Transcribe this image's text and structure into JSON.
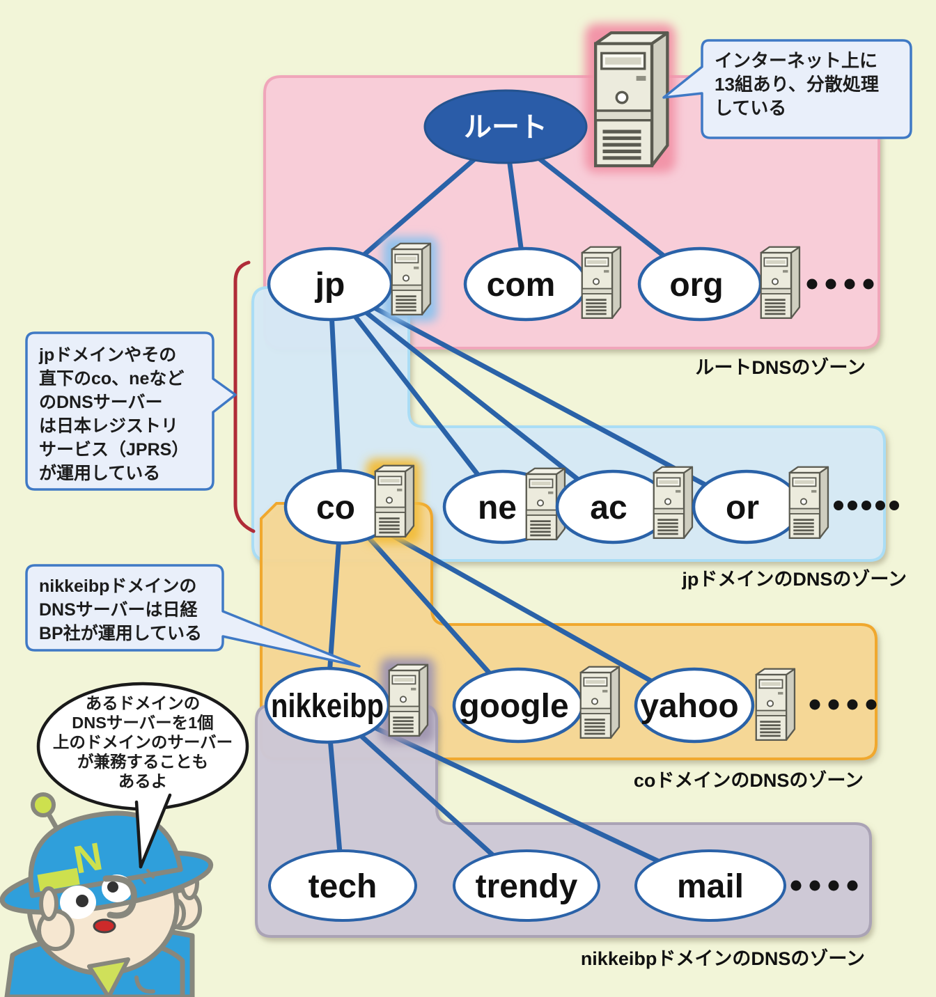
{
  "zones": {
    "root": {
      "label": "ルートDNSのゾーン",
      "fill": "#f8cdd8",
      "border": "#f0a6ba"
    },
    "jp": {
      "label": "jpドメインのDNSのゾーン",
      "fill": "#d7ecf9",
      "border": "#aaddf5"
    },
    "co": {
      "label": "coドメインのDNSのゾーン",
      "fill": "#f7d895",
      "border": "#f0a82e"
    },
    "nikkeibp": {
      "label": "nikkeibpドメインのDNSのゾーン",
      "fill": "#cfc9d8",
      "border": "#aaa3b5"
    }
  },
  "nodes": {
    "root": {
      "label": "ルート"
    },
    "jp": {
      "label": "jp"
    },
    "com": {
      "label": "com"
    },
    "org": {
      "label": "org"
    },
    "co": {
      "label": "co"
    },
    "ne": {
      "label": "ne"
    },
    "ac": {
      "label": "ac"
    },
    "or": {
      "label": "or"
    },
    "nikkeibp": {
      "label": "nikkeibp"
    },
    "google": {
      "label": "google"
    },
    "yahoo": {
      "label": "yahoo"
    },
    "tech": {
      "label": "tech"
    },
    "trendy": {
      "label": "trendy"
    },
    "mail": {
      "label": "mail"
    }
  },
  "ellipsis": {
    "root_zone": "••••",
    "jp_zone": "•••••",
    "co_zone": "••••",
    "nikkeibp_zone": "••••"
  },
  "callouts": {
    "root_servers": {
      "lines": [
        "インターネット上に",
        "13組あり、分散処理",
        "している"
      ]
    },
    "jprs": {
      "lines": [
        "jpドメインやその",
        "直下のco、neなど",
        "のDNSサーバー",
        "は日本レジストリ",
        "サービス（JPRS）",
        "が運用している"
      ]
    },
    "nikkeibp_operator": {
      "lines": [
        "nikkeibpドメインの",
        "DNSサーバーは日経",
        "BP社が運用している"
      ]
    }
  },
  "speech_bubble": {
    "lines": [
      "あるドメインの",
      "DNSサーバーを1個",
      "上のドメインのサーバー",
      "が兼務することも",
      "あるよ"
    ]
  },
  "mascot": {
    "hat_letter": "N"
  },
  "colors": {
    "background": "#f2f5d8",
    "connector": "#2a62a8",
    "node_border": "#2a62a8",
    "root_node_fill": "#2a5ca8",
    "brace": "#b02c38",
    "callout_fill": "#e9effa",
    "callout_border": "#3f79c5"
  }
}
